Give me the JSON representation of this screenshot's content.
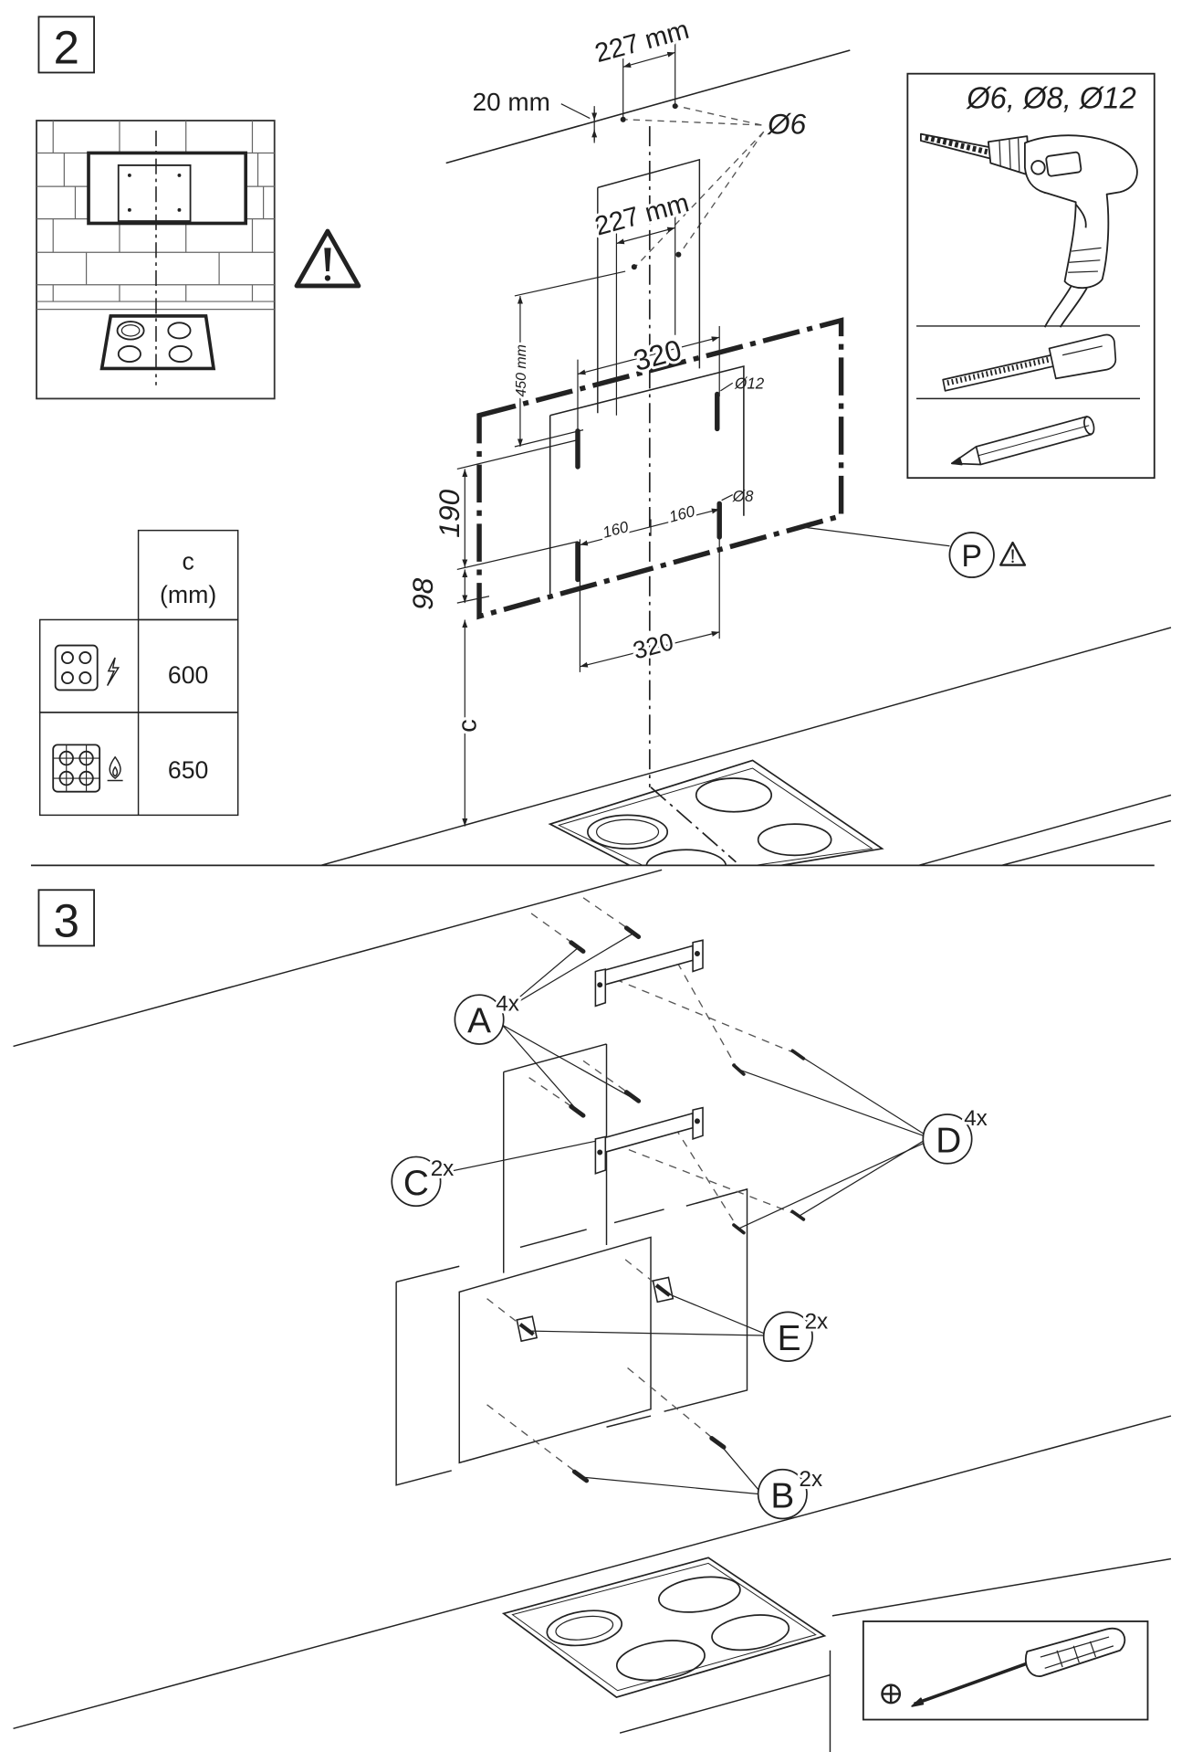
{
  "step2": {
    "number": "2",
    "warning_icon": "warning-triangle-icon",
    "dimensions": {
      "ceiling_hole_spacing": "227 mm",
      "ceiling_offset": "20 mm",
      "hole_diameter_top": "Ø6",
      "template_hole_spacing": "227 mm",
      "template_height": "450 mm",
      "upper_bracket_width": "320",
      "upper_hole_diameter": "Ø12",
      "vertical_190": "190",
      "vertical_98": "98",
      "half_spacing_left": "160",
      "half_spacing_right": "160",
      "lower_hole_diameter": "Ø8",
      "lower_bracket_width": "320",
      "clearance_symbol": "c"
    },
    "reference_point": {
      "label": "P",
      "icon": "warning-triangle-icon"
    },
    "tools": {
      "drill_bits": "Ø6, Ø8, Ø12",
      "icons": [
        "drill-icon",
        "tape-measure-icon",
        "pencil-icon"
      ]
    },
    "clearance_table": {
      "header_symbol": "c",
      "header_unit": "(mm)",
      "rows": [
        {
          "hob_icon": "electric-hob-icon",
          "value": "600"
        },
        {
          "hob_icon": "gas-hob-icon",
          "value": "650"
        }
      ]
    }
  },
  "step3": {
    "number": "3",
    "parts": [
      {
        "letter": "A",
        "quantity": "4x"
      },
      {
        "letter": "C",
        "quantity": "2x"
      },
      {
        "letter": "D",
        "quantity": "4x"
      },
      {
        "letter": "E",
        "quantity": "2x"
      },
      {
        "letter": "B",
        "quantity": "2x"
      }
    ],
    "tool_icon": "phillips-screwdriver-icon"
  }
}
